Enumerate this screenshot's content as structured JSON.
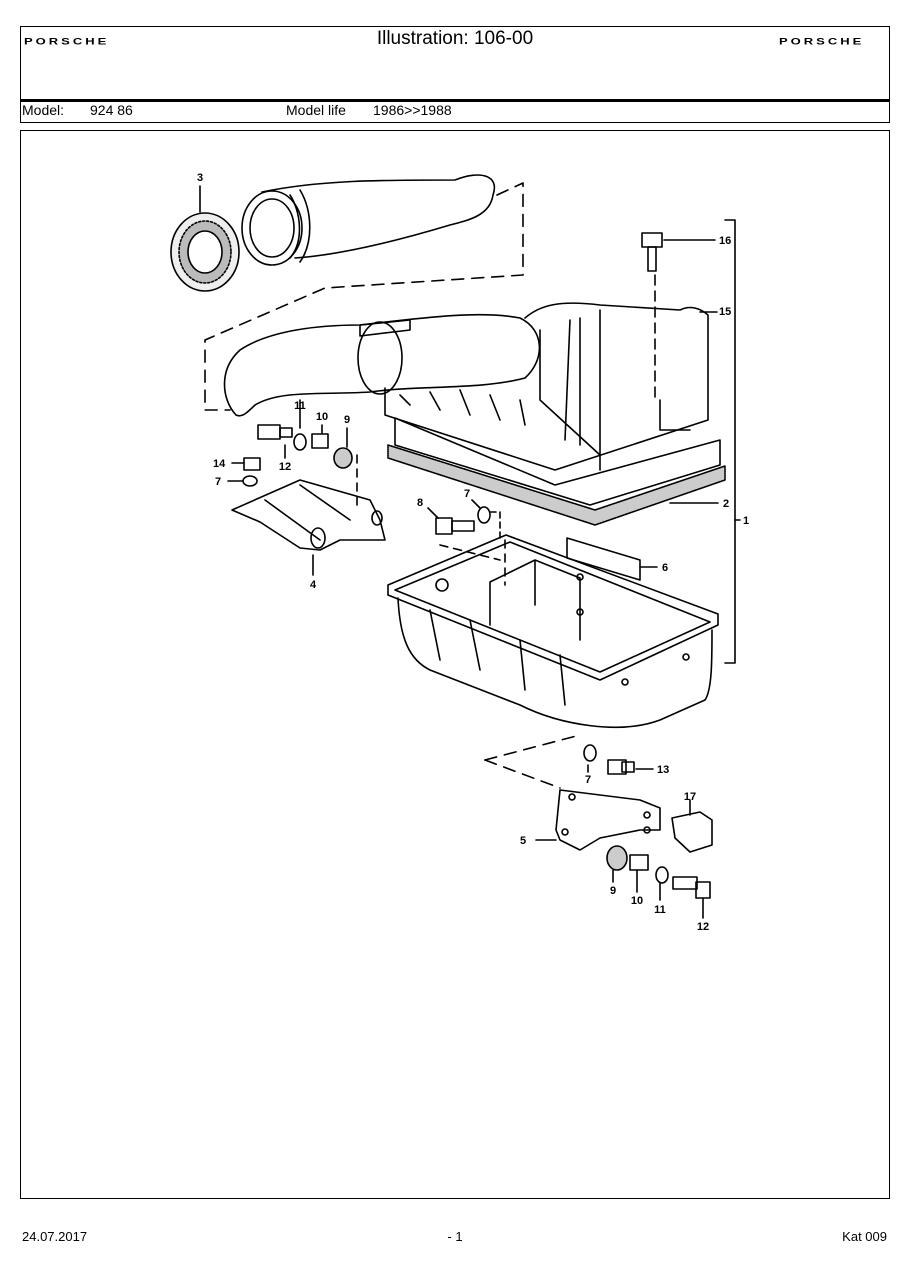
{
  "header": {
    "brand_left": "PORSCHE",
    "brand_right": "PORSCHE",
    "title": "Illustration: 106-00",
    "model_label": "Model:",
    "model_value": "924 86",
    "model_life_label": "Model life",
    "model_life_value": "1986>>1988"
  },
  "callouts": {
    "c1": "1",
    "c2": "2",
    "c3": "3",
    "c4": "4",
    "c5": "5",
    "c6": "6",
    "c7a": "7",
    "c7b": "7",
    "c7c": "7",
    "c8": "8",
    "c9a": "9",
    "c9b": "9",
    "c10a": "10",
    "c10b": "10",
    "c11a": "11",
    "c11b": "11",
    "c12a": "12",
    "c12b": "12",
    "c13": "13",
    "c14": "14",
    "c15": "15",
    "c16": "16",
    "c17": "17"
  },
  "footer": {
    "date": "24.07.2017",
    "page": "- 1",
    "catalog": "Kat 009"
  }
}
